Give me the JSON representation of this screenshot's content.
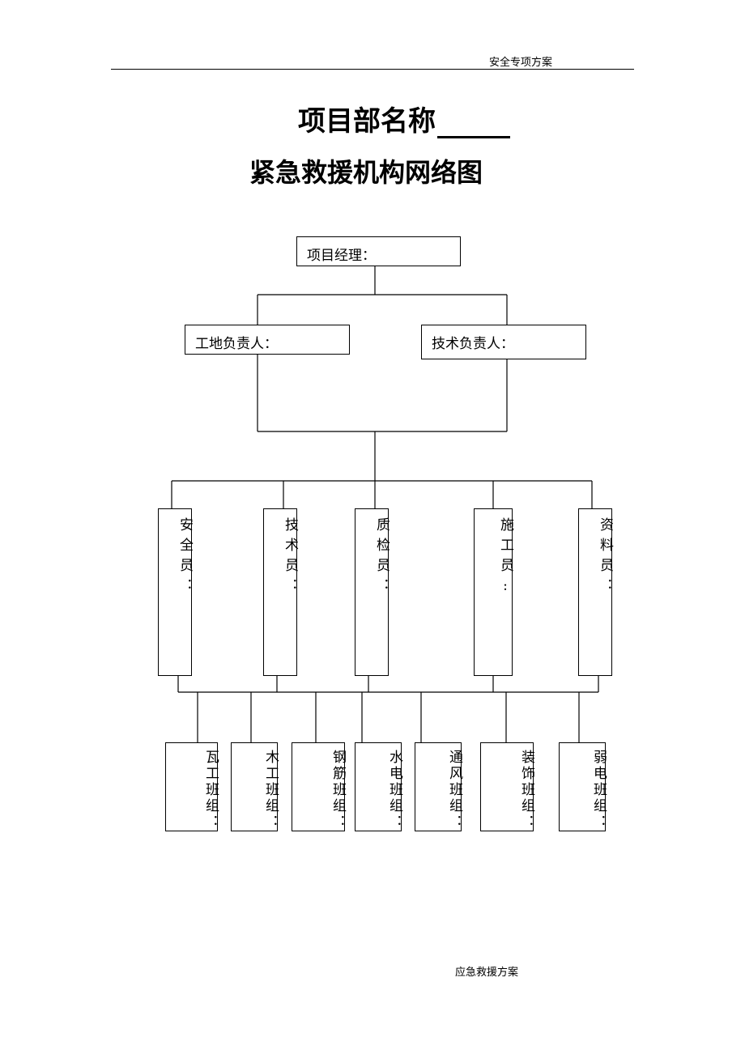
{
  "header": {
    "text": "安全专项方案"
  },
  "title": {
    "line1": "项目部名称",
    "line2": "紧急救援机构网络图"
  },
  "chart": {
    "manager": "项目经理：",
    "site_lead": "工地负责人：",
    "tech_lead": "技术负责人：",
    "roles": [
      "安全员：",
      "技术员：",
      "质检员：",
      "施工员:",
      "资料员："
    ],
    "teams": [
      "瓦工班组：",
      "木工班组：",
      "钢筋班组：",
      "水电班组：",
      "通风班组：",
      "装饰班组：",
      "弱电班组："
    ]
  },
  "footer": {
    "text": "应急救援方案"
  }
}
